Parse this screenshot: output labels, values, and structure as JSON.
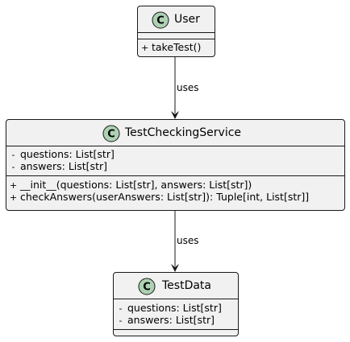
{
  "classes": {
    "user": {
      "name": "User",
      "stereotype_glyph": "C",
      "attributes": [],
      "methods": [
        {
          "visibility": "+",
          "text": "takeTest()"
        }
      ]
    },
    "service": {
      "name": "TestCheckingService",
      "stereotype_glyph": "C",
      "attributes": [
        {
          "visibility": "-",
          "text": "questions: List[str]"
        },
        {
          "visibility": "-",
          "text": "answers: List[str]"
        }
      ],
      "methods": [
        {
          "visibility": "+",
          "text": "__init__(questions: List[str], answers: List[str])"
        },
        {
          "visibility": "+",
          "text": "checkAnswers(userAnswers: List[str]): Tuple[int, List[str]]"
        }
      ]
    },
    "data": {
      "name": "TestData",
      "stereotype_glyph": "C",
      "attributes": [
        {
          "visibility": "-",
          "text": "questions: List[str]"
        },
        {
          "visibility": "-",
          "text": "answers: List[str]"
        }
      ],
      "methods": []
    }
  },
  "relations": [
    {
      "from": "User",
      "to": "TestCheckingService",
      "label": "uses"
    },
    {
      "from": "TestCheckingService",
      "to": "TestData",
      "label": "uses"
    }
  ],
  "colors": {
    "class_fill": "#f1f1f1",
    "border": "#181818",
    "icon_fill": "#add1b2",
    "icon_stroke": "#181818"
  }
}
